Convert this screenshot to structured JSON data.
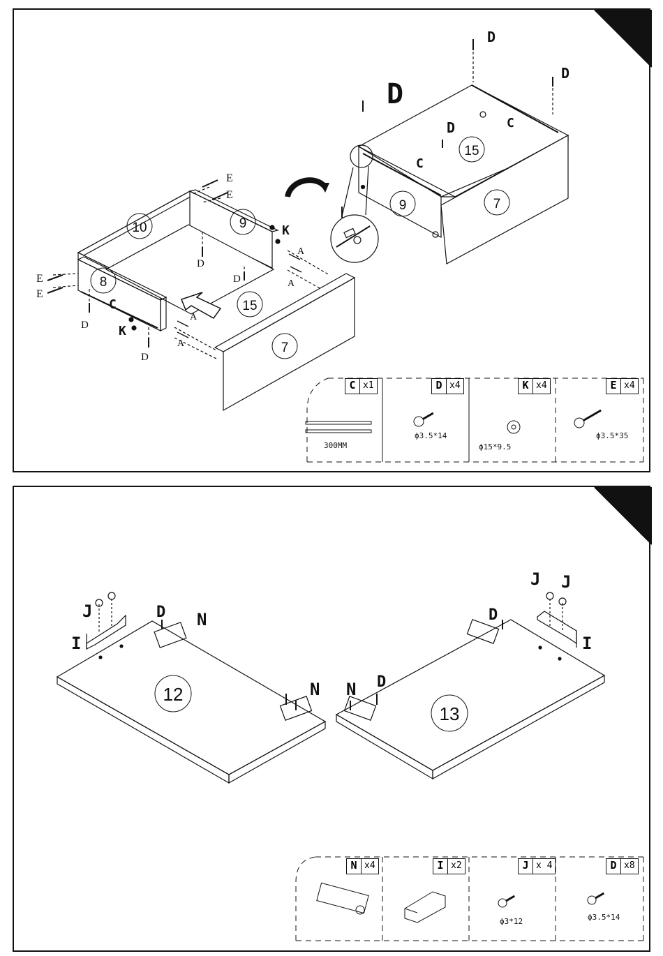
{
  "step1": {
    "labels": {
      "D_big": "D",
      "D": "D",
      "C": "C",
      "K": "K",
      "E": "E",
      "A": "A"
    },
    "parts": {
      "p7": "7",
      "p8": "8",
      "p9": "9",
      "p10": "10",
      "p15": "15"
    },
    "legend": [
      {
        "letter": "C",
        "qty": "x1",
        "spec": "300MM",
        "icon": "rail-icon"
      },
      {
        "letter": "D",
        "qty": "x4",
        "spec": "ϕ3.5*14",
        "icon": "screw-icon"
      },
      {
        "letter": "K",
        "qty": "x4",
        "spec": "ϕ15*9.5",
        "icon": "cam-lock-icon"
      },
      {
        "letter": "E",
        "qty": "x4",
        "spec": "ϕ3.5*35",
        "icon": "long-screw-icon"
      }
    ]
  },
  "step2": {
    "labels": {
      "D": "D",
      "N": "N",
      "J": "J",
      "I": "I"
    },
    "parts": {
      "p12": "12",
      "p13": "13"
    },
    "legend": [
      {
        "letter": "N",
        "qty": "x4",
        "spec": "",
        "icon": "hinge-icon"
      },
      {
        "letter": "I",
        "qty": "x2",
        "spec": "",
        "icon": "bracket-icon"
      },
      {
        "letter": "J",
        "qty": "x 4",
        "spec": "ϕ3*12",
        "icon": "screw-icon"
      },
      {
        "letter": "D",
        "qty": "x8",
        "spec": "ϕ3.5*14",
        "icon": "screw-icon"
      }
    ]
  }
}
